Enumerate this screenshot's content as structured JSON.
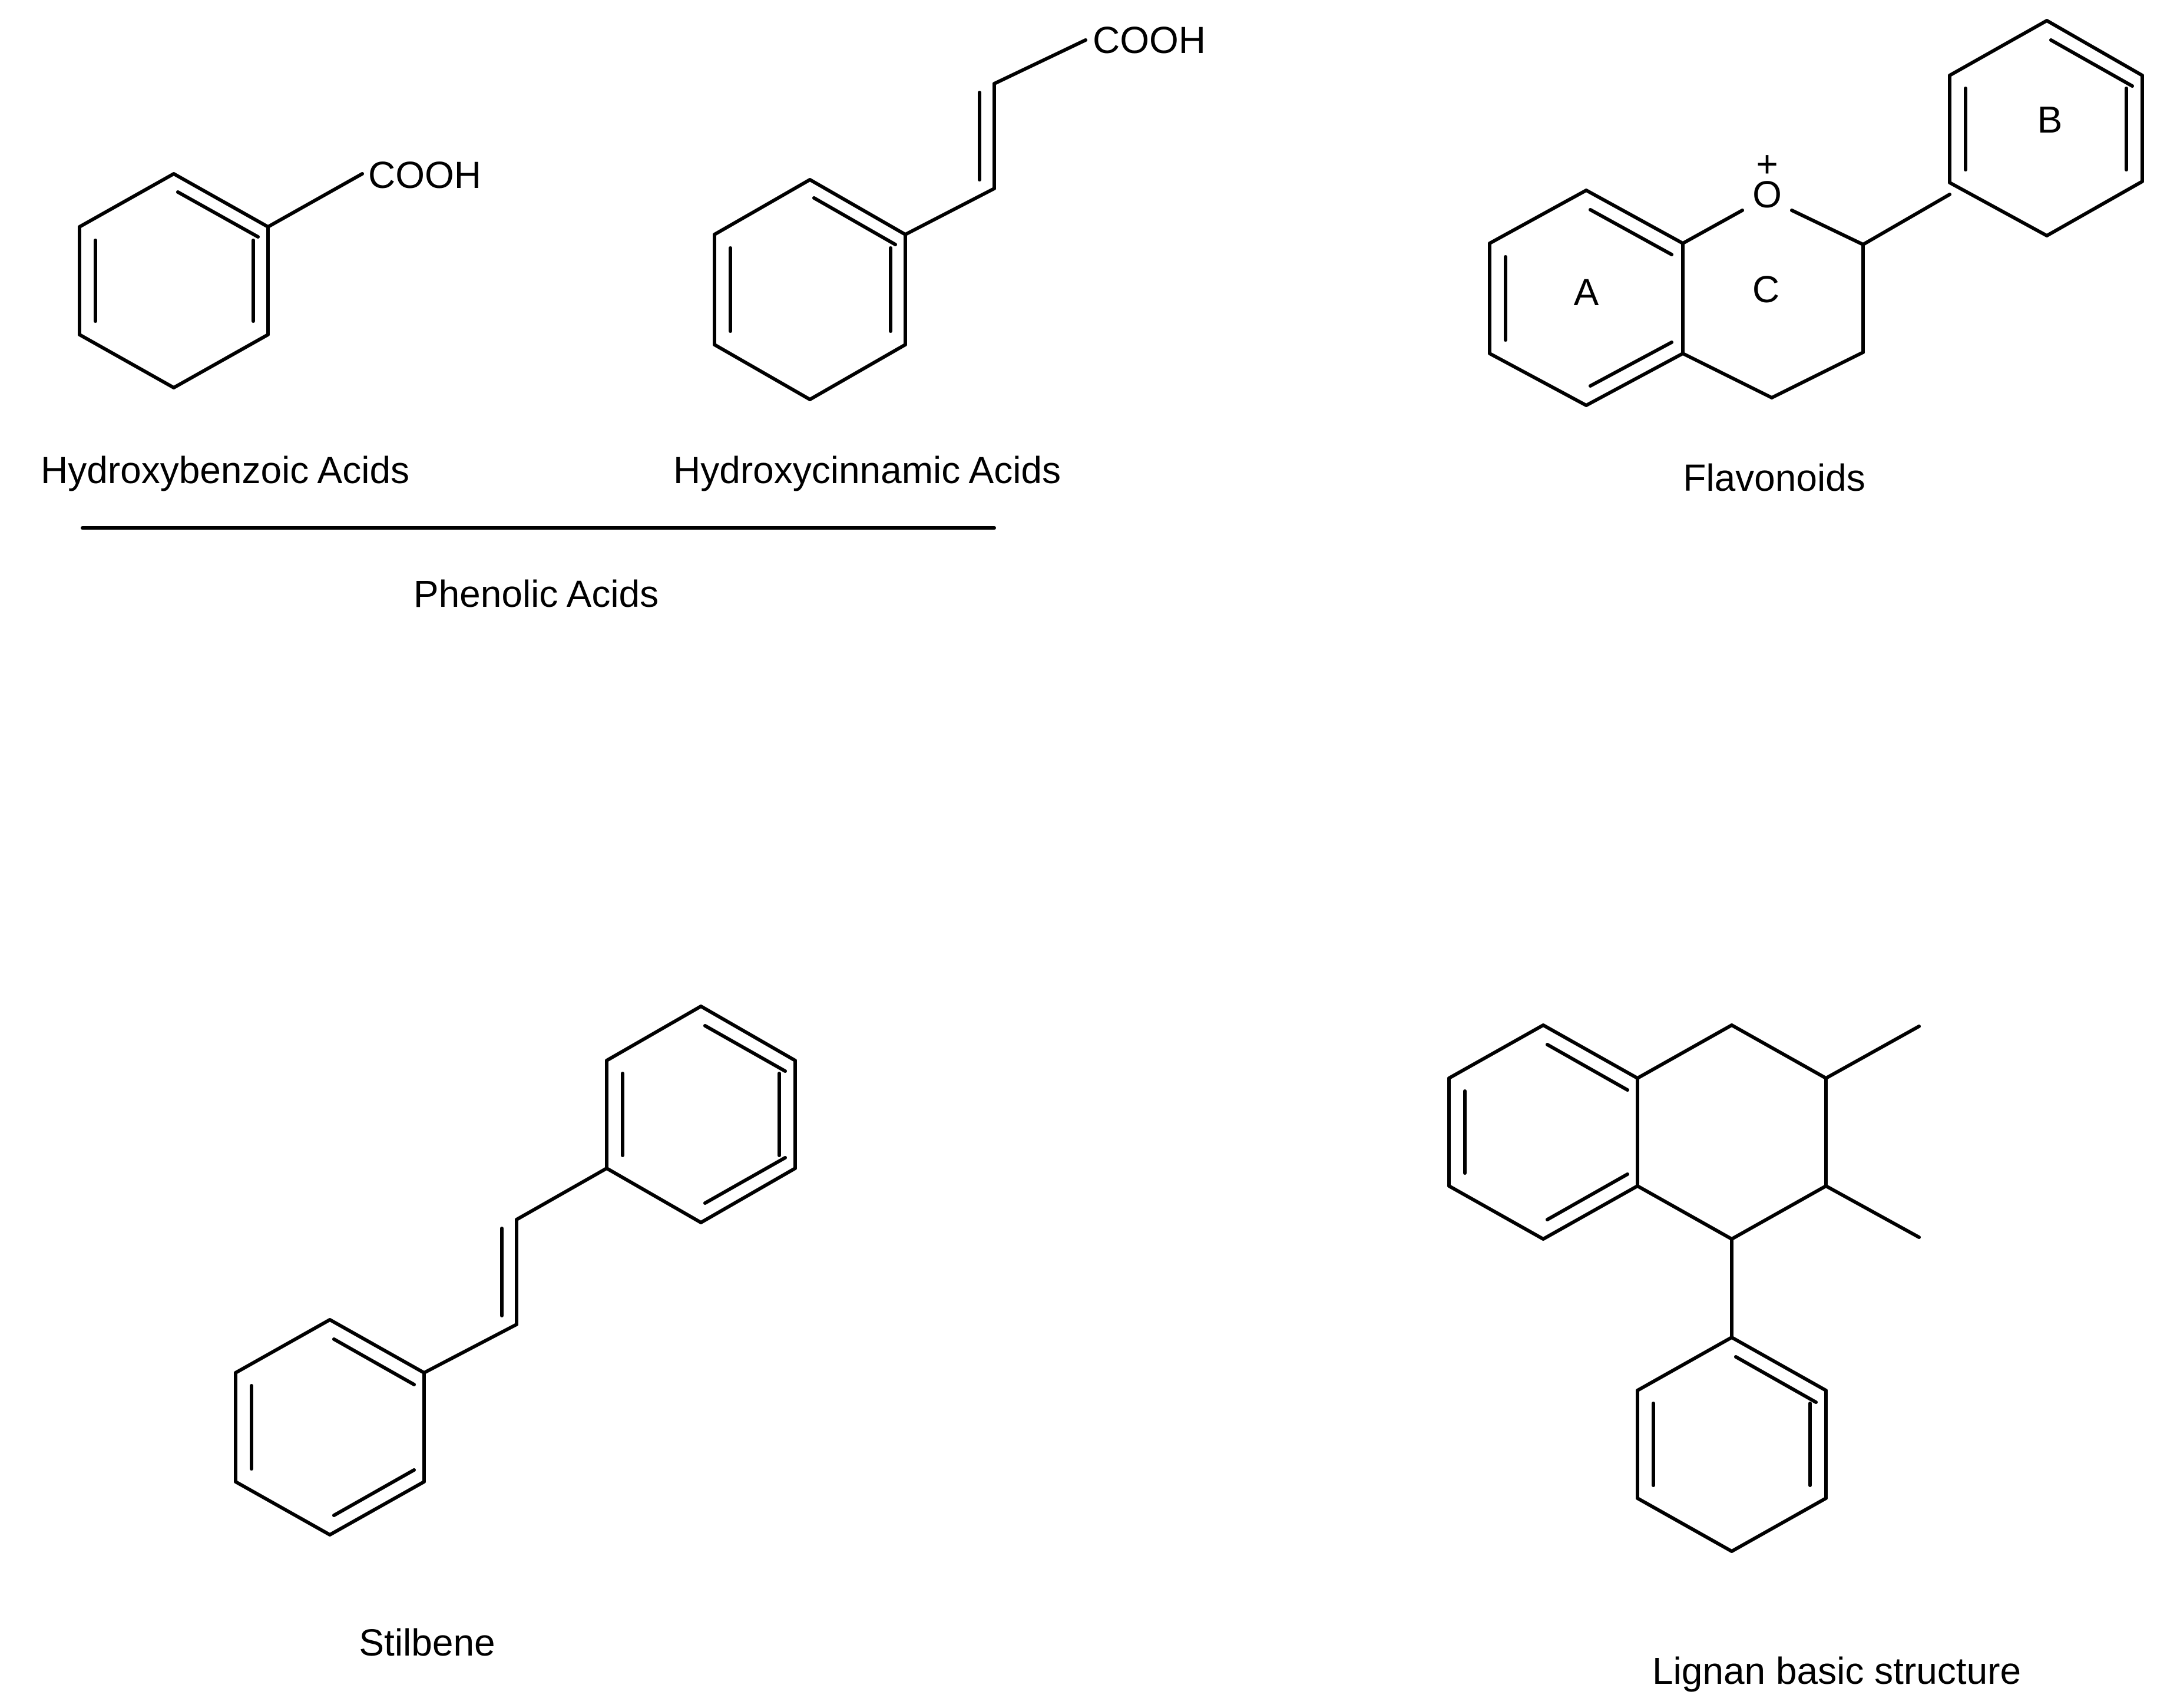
{
  "labels": {
    "hydroxybenzoic": "Hydroxybenzoic Acids",
    "hydroxycinnamic": "Hydroxycinnamic Acids",
    "phenolic": "Phenolic Acids",
    "flavonoids": "Flavonoids",
    "stilbene": "Stilbene",
    "lignan": "Lignan basic structure"
  },
  "atoms": {
    "cooh": "COOH",
    "oxygen": "O",
    "plus": "+"
  },
  "rings": {
    "a": "A",
    "b": "B",
    "c": "C"
  }
}
